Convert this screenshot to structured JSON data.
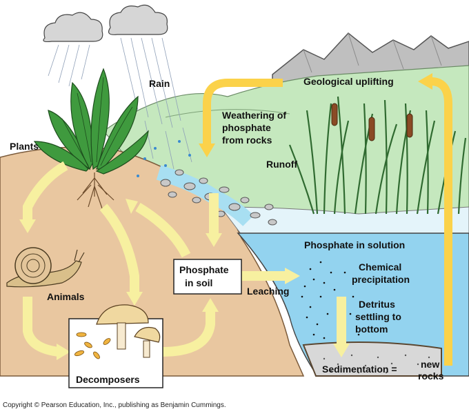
{
  "labels": {
    "rain": "Rain",
    "geological_uplifting": "Geological uplifting",
    "weathering_line1": "Weathering of",
    "weathering_line2": "phosphate",
    "weathering_line3": "from rocks",
    "runoff": "Runoff",
    "plants": "Plants",
    "phosphate_in_solution": "Phosphate in solution",
    "phosphate_in_soil_line1": "Phosphate",
    "phosphate_in_soil_line2": "in soil",
    "leaching": "Leaching",
    "chemical_line1": "Chemical",
    "chemical_line2": "precipitation",
    "animals": "Animals",
    "detritus_line1": "Detritus",
    "detritus_line2": "settling to",
    "detritus_line3": "bottom",
    "decomposers": "Decomposers",
    "sedimentation": "Sedimentation =",
    "new_rocks_line1": "new",
    "new_rocks_line2": "rocks"
  },
  "copyright": "Copyright © Pearson Education, Inc., publishing as Benjamin Cummings.",
  "colors": {
    "arrow": "#f7f199",
    "arrow_strong": "#fbd44a",
    "soil": "#e8c49a",
    "water": "#8fd0ee",
    "grass": "#bde3b6",
    "mountain": "#b9b9b9",
    "sky": "#ffffff"
  }
}
